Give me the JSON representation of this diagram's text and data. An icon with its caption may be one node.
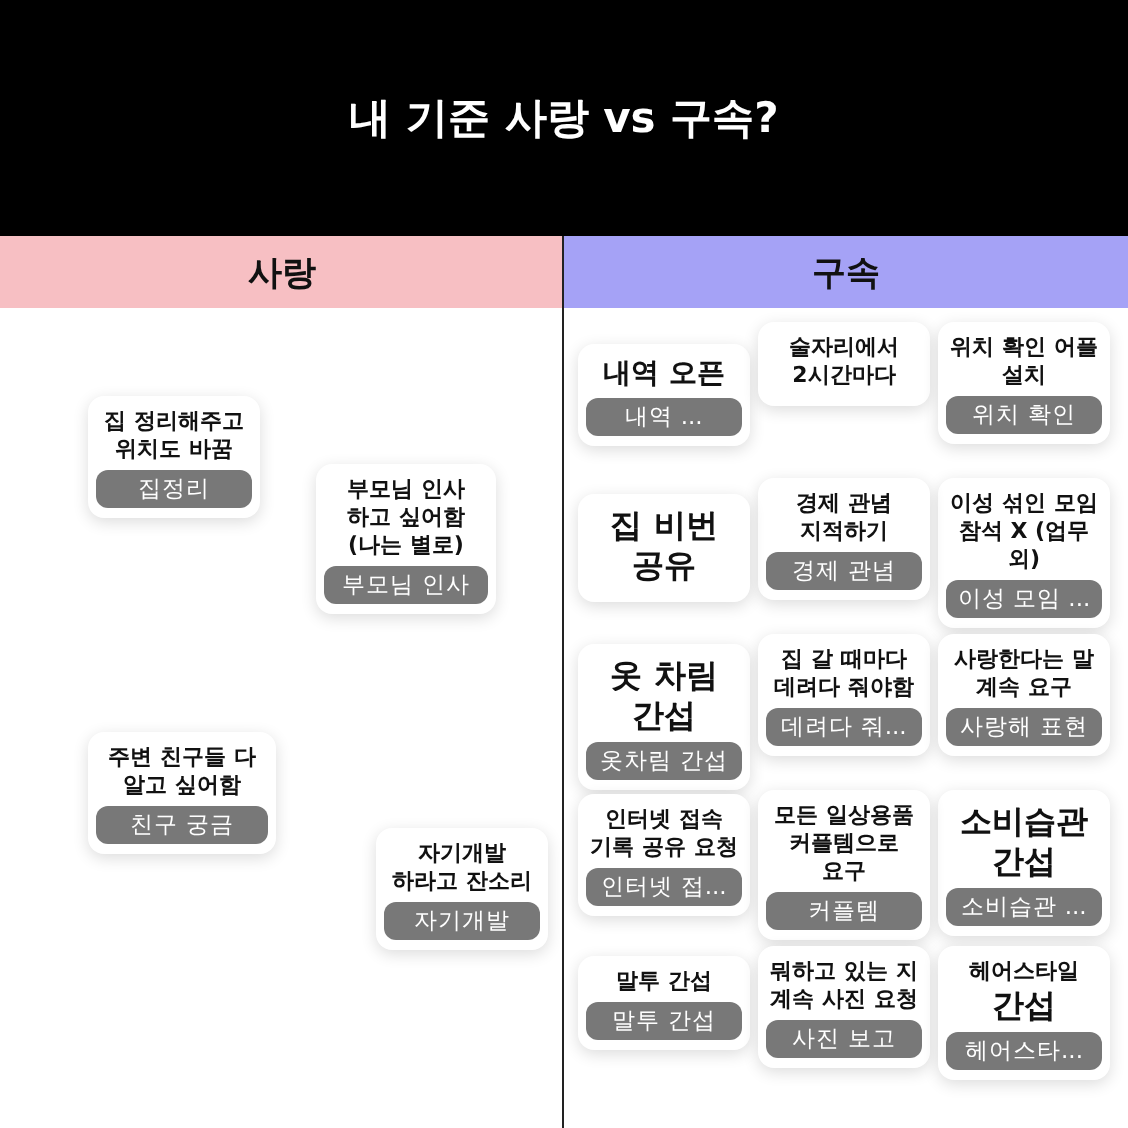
{
  "diagram": {
    "title": "내 기준 사랑 vs 구속?",
    "nodes": [
      {
        "text": [
          "사랑"
        ]
      },
      {
        "text": [
          "구속"
        ]
      },
      {
        "text": [
          "집 정리해주고 위치도 바꿈"
        ]
      },
      {
        "text": [
          "집정리"
        ],
        "in": 2
      },
      {
        "text": [
          "부모님 인사 하고 싶어함 (나는 별로)"
        ]
      },
      {
        "text": [
          "부모님 인사"
        ],
        "in": 4
      },
      {
        "text": [
          "주변 친구들 다 알고 싶어함"
        ]
      },
      {
        "text": [
          "친구 궁금"
        ],
        "in": 6
      },
      {
        "text": [
          "자기개발 하라고 잔소리"
        ]
      },
      {
        "text": [
          "자기개발"
        ],
        "in": 8
      },
      {
        "text": [
          "내역 오픈"
        ]
      },
      {
        "text": [
          "내역 ..."
        ],
        "in": 10
      },
      {
        "text": [
          "술자리에서 2시간마다"
        ]
      },
      {
        "text": [
          "위치 확인 어플 설치"
        ]
      },
      {
        "text": [
          "위치 확인"
        ],
        "in": 13
      },
      {
        "text": [
          "이성 섞인 모임 참석 X (업무 외)"
        ]
      },
      {
        "text": [
          "이성 모임 ..."
        ],
        "in": 15
      },
      {
        "text": [
          "경제 관념 지적하기"
        ]
      },
      {
        "text": [
          "경제 관념"
        ],
        "in": 17
      },
      {
        "text": [
          "집 비번 공유"
        ]
      },
      {
        "text": [
          "옷 차림 간섭"
        ]
      },
      {
        "text": [
          "옷차림 간섭"
        ],
        "in": 20
      },
      {
        "text": [
          "집 갈 때마다 데려다 줘야함"
        ]
      },
      {
        "text": [
          "데려다 줘..."
        ],
        "in": 22
      },
      {
        "text": [
          "사랑한다는 말 계속 요구"
        ]
      },
      {
        "text": [
          "사랑해 표현"
        ],
        "in": 24
      },
      {
        "text": [
          "소비습관 간섭"
        ]
      },
      {
        "text": [
          "소비습관 ..."
        ],
        "in": 26
      },
      {
        "text": [
          "인터넷 접속 기록 공유 요청"
        ]
      },
      {
        "text": [
          "인터넷 접..."
        ],
        "in": 28
      },
      {
        "text": [
          "모든 일상용품 커플템으로 요구"
        ]
      },
      {
        "text": [
          "커플템"
        ],
        "in": 30
      },
      {
        "text": [
          "말투 간섭"
        ]
      },
      {
        "text": [
          "말투 간섭"
        ],
        "in": 32
      },
      {
        "text": [
          "뭐하고 있는 지 계속 사진 요청"
        ]
      },
      {
        "text": [
          "사진 보고"
        ],
        "in": 34
      },
      {
        "text": [
          "헤어스타일 **간섭**"
        ]
      },
      {
        "text": [
          "헤어스타..."
        ],
        "in": 36
      }
    ]
  }
}
